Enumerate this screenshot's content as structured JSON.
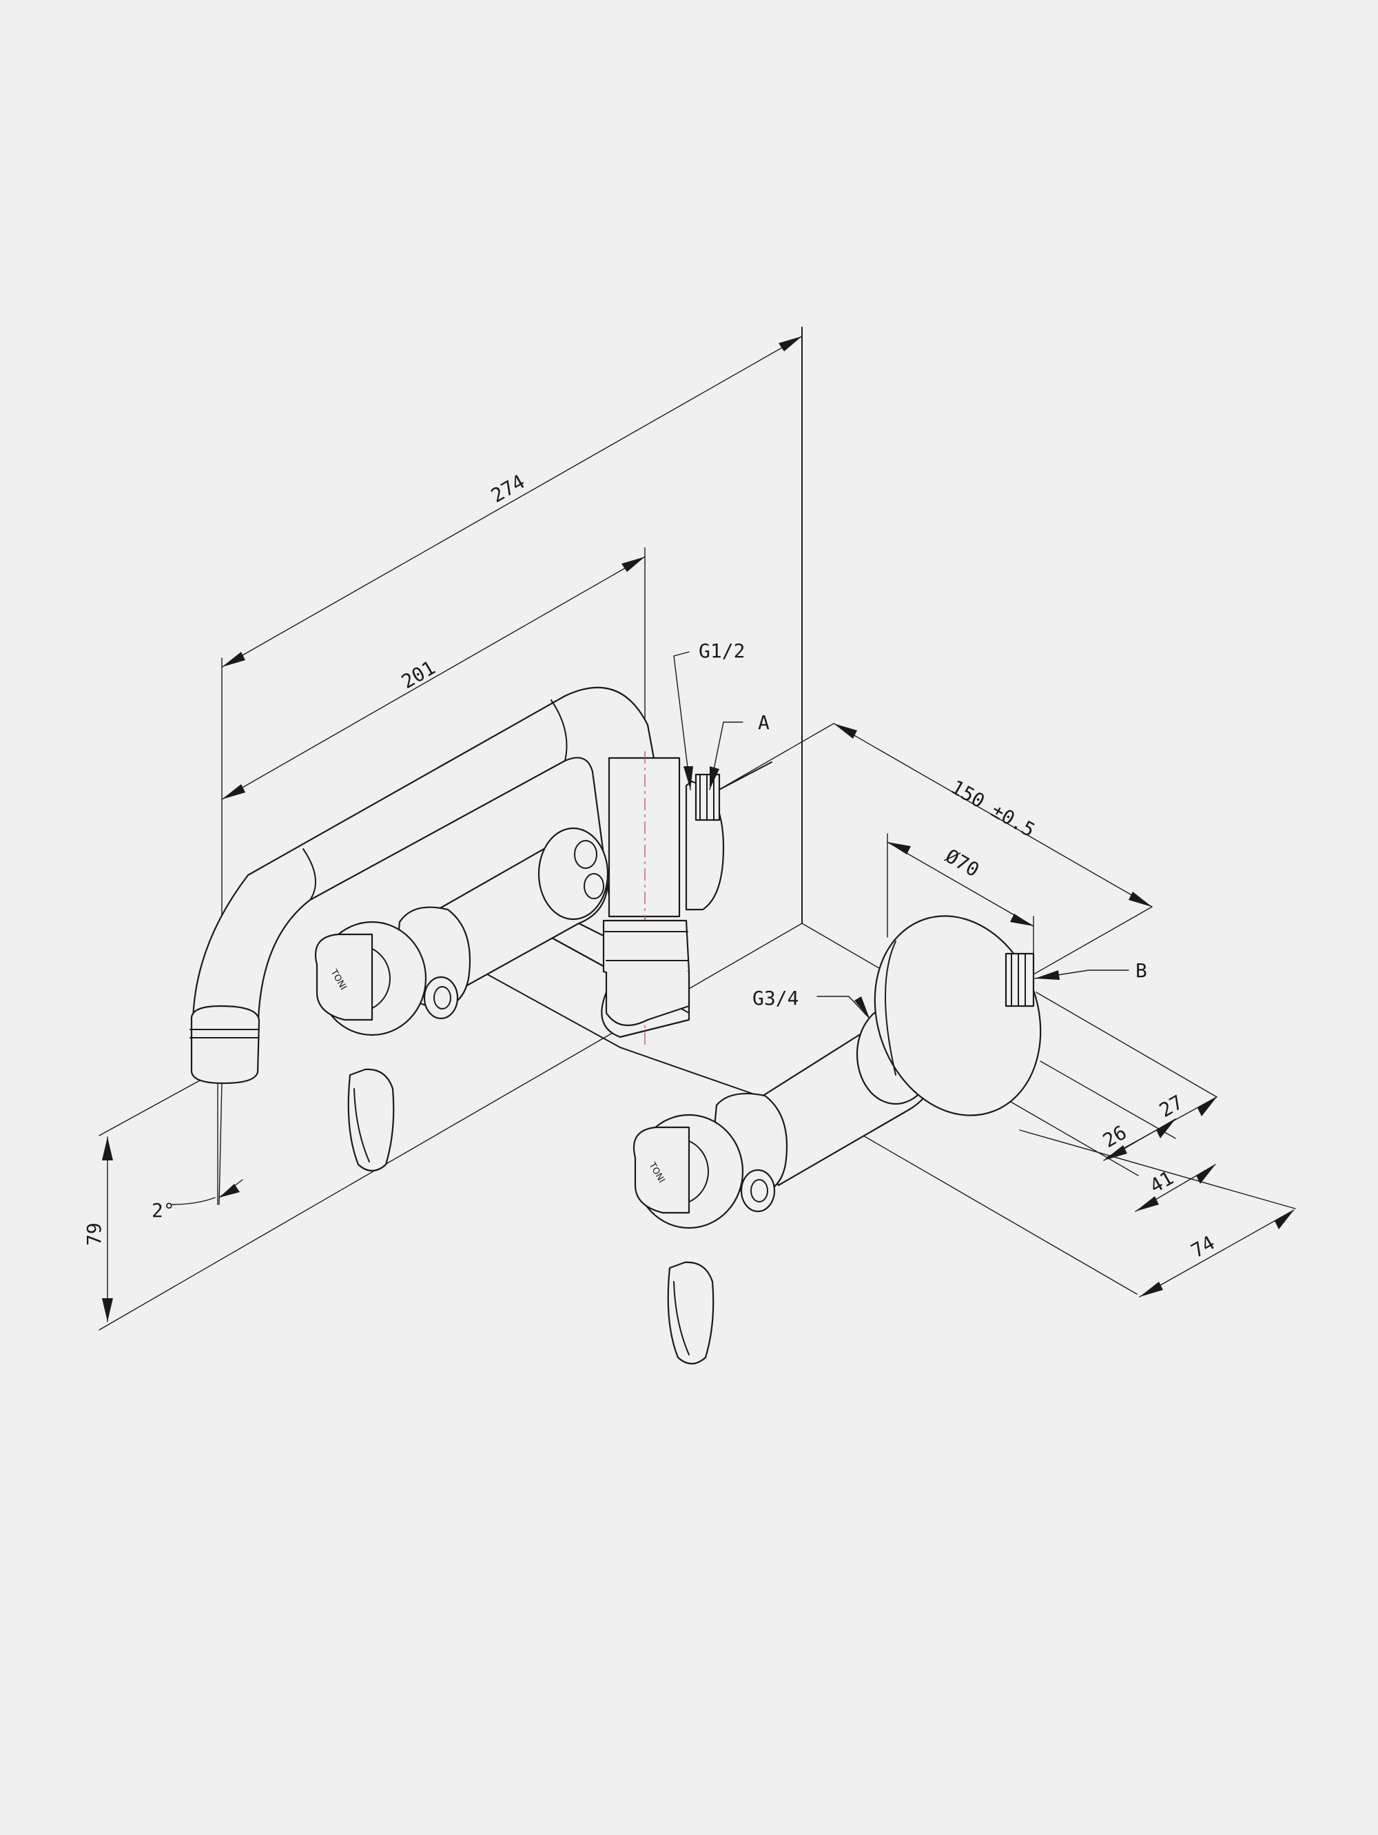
{
  "dimensions": {
    "d274": "274",
    "d201": "201",
    "d150": "150 ±0.5",
    "d70": "Ø70",
    "d27": "27",
    "d26": "26",
    "d41": "41",
    "d74": "74",
    "d79": "79",
    "angle": "2°"
  },
  "callouts": {
    "g12": "G1/2",
    "a": "A",
    "g34": "G3/4",
    "b": "B",
    "logo": "TONI"
  },
  "colors": {
    "line": "#1a1a1a",
    "background": "#f0f0f0",
    "centerline": "#b35555"
  }
}
